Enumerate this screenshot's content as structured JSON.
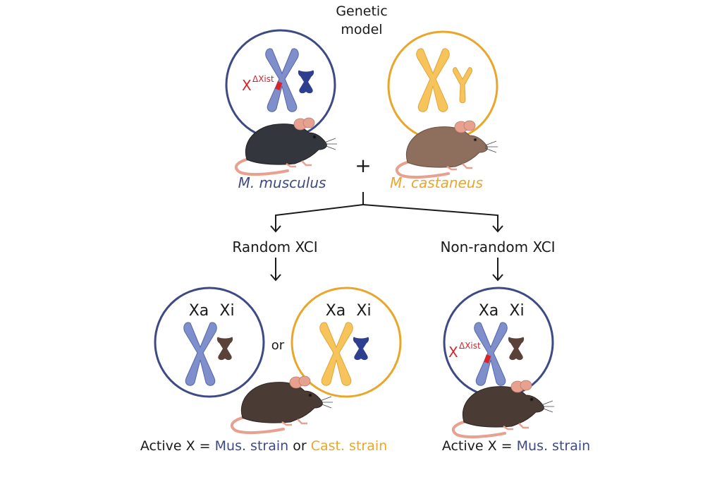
{
  "title": {
    "line1": "Genetic",
    "line2": "model"
  },
  "colors": {
    "musculus": "#3d4a84",
    "castaneus": "#e9a62b",
    "xist_red": "#d8232a",
    "text": "#1a1a1a",
    "chrom_blue": "#7f8fcc",
    "chrom_blue_dark": "#2f3f8f",
    "chrom_yellow": "#f6c45a",
    "chrom_brown": "#5b4238",
    "mouse_black": "#33363d",
    "mouse_brown": "#8e6e5d",
    "mouse_dark_brown": "#4a3b35",
    "mouse_pink": "#e8a08f"
  },
  "parents": {
    "musculus": {
      "label": "M. musculus",
      "xist_label": "X",
      "xist_super": "ΔXist"
    },
    "castaneus": {
      "label": "M. castaneus"
    },
    "cross_symbol": "+"
  },
  "branches": {
    "random": {
      "label": "Random XCI"
    },
    "nonrandom": {
      "label": "Non-random XCI"
    }
  },
  "offspring": {
    "circle_labels": {
      "xa": "Xa",
      "xi": "Xi"
    },
    "or_label": "or",
    "nonrandom_xist_label": "X",
    "nonrandom_xist_super": "ΔXist"
  },
  "results": {
    "random": {
      "prefix": "Active X = ",
      "mus": "Mus. strain",
      "or": " or ",
      "cast": "Cast. strain"
    },
    "nonrandom": {
      "prefix": "Active X = ",
      "mus": "Mus. strain"
    }
  }
}
